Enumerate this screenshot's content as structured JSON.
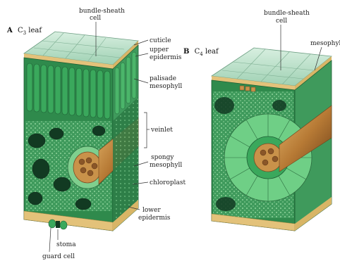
{
  "panel_a": {
    "letter": "A",
    "title_pre": "C",
    "title_sub": "3",
    "title_post": " leaf",
    "labels": {
      "bundle_sheath_1": "bundle-sheath",
      "bundle_sheath_2": "cell",
      "cuticle": "cuticle",
      "upper_epidermis_1": "upper",
      "upper_epidermis_2": "epidermis",
      "palisade_1": "palisade",
      "palisade_2": "mesophyll",
      "veinlet": "veinlet",
      "spongy_1": "spongy",
      "spongy_2": "mesophyll",
      "chloroplast": "chloroplast",
      "lower_epidermis_1": "lower",
      "lower_epidermis_2": "epidermis",
      "stoma": "stoma",
      "guard_cell": "guard cell"
    }
  },
  "panel_b": {
    "letter": "B",
    "title_pre": "C",
    "title_sub": "4",
    "title_post": " leaf",
    "labels": {
      "bundle_sheath_1": "bundle-sheath",
      "bundle_sheath_2": "cell",
      "mesophyl": "mesophyl"
    }
  },
  "colors": {
    "epidermis": "#b9dfc9",
    "cuticle_band": "#e3c27a",
    "palisade": "#2f8a4c",
    "palisade_dark": "#1d5e33",
    "spongy": "#3f9a5c",
    "air_space": "#123a22",
    "vein_tan": "#c9924a",
    "vein_brown": "#7a4a22",
    "sheath": "#7fcf8e"
  }
}
